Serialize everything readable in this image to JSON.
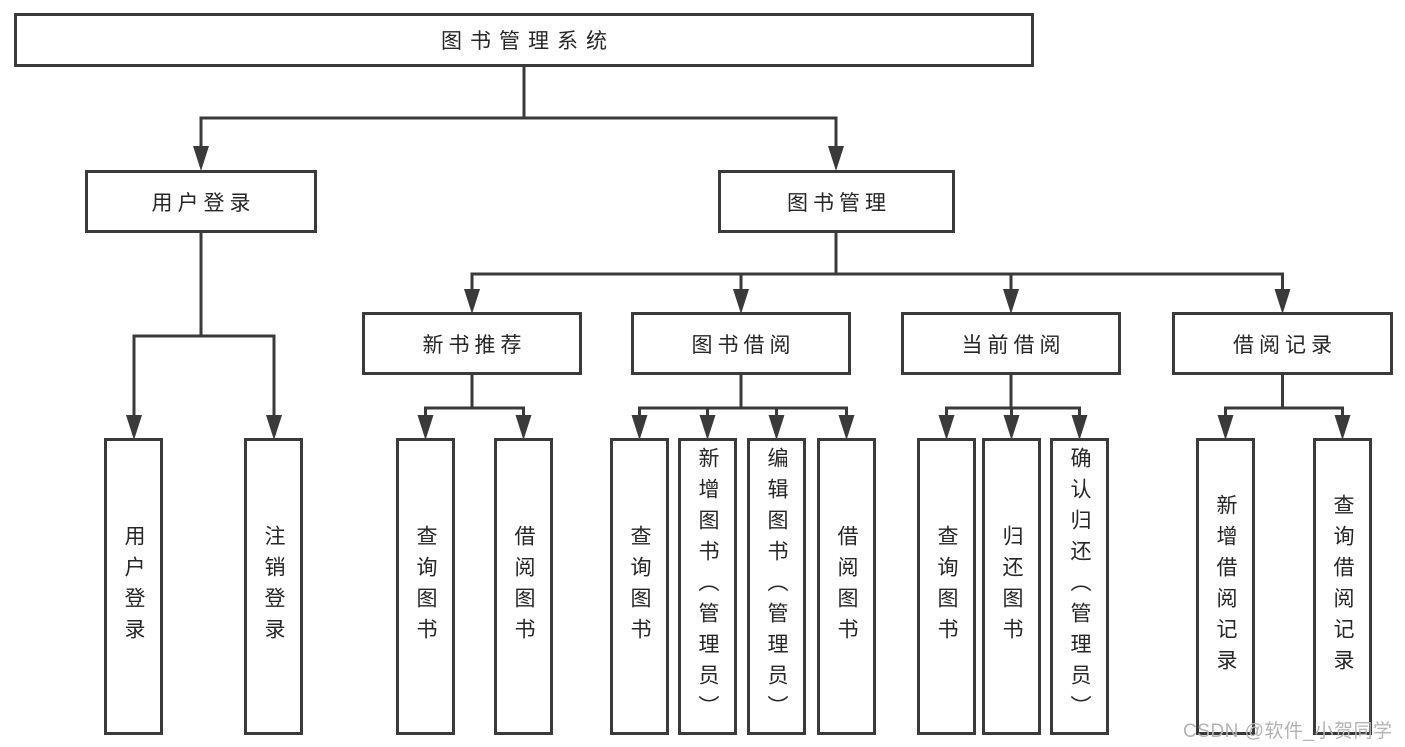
{
  "diagram": {
    "root": {
      "label": "图书管理系统"
    },
    "level2": [
      {
        "label": "用户登录",
        "children": [
          {
            "label": "用户登录"
          },
          {
            "label": "注销登录"
          }
        ]
      },
      {
        "label": "图书管理",
        "modules": [
          {
            "label": "新书推荐",
            "children": [
              {
                "label": "查询图书"
              },
              {
                "label": "借阅图书"
              }
            ]
          },
          {
            "label": "图书借阅",
            "children": [
              {
                "label": "查询图书"
              },
              {
                "label": "新增图书（管理员）"
              },
              {
                "label": "编辑图书（管理员）"
              },
              {
                "label": "借阅图书"
              }
            ]
          },
          {
            "label": "当前借阅",
            "children": [
              {
                "label": "查询图书"
              },
              {
                "label": "归还图书"
              },
              {
                "label": "确认归还（管理员）"
              }
            ]
          },
          {
            "label": "借阅记录",
            "children": [
              {
                "label": "新增借阅记录"
              },
              {
                "label": "查询借阅记录"
              }
            ]
          }
        ]
      }
    ]
  },
  "watermark": {
    "text": "CSDN @软件_小贺同学"
  },
  "colors": {
    "line": "#3a3a3a",
    "text": "#262626",
    "background": "#ffffff",
    "watermark": "#b3b3b3"
  }
}
